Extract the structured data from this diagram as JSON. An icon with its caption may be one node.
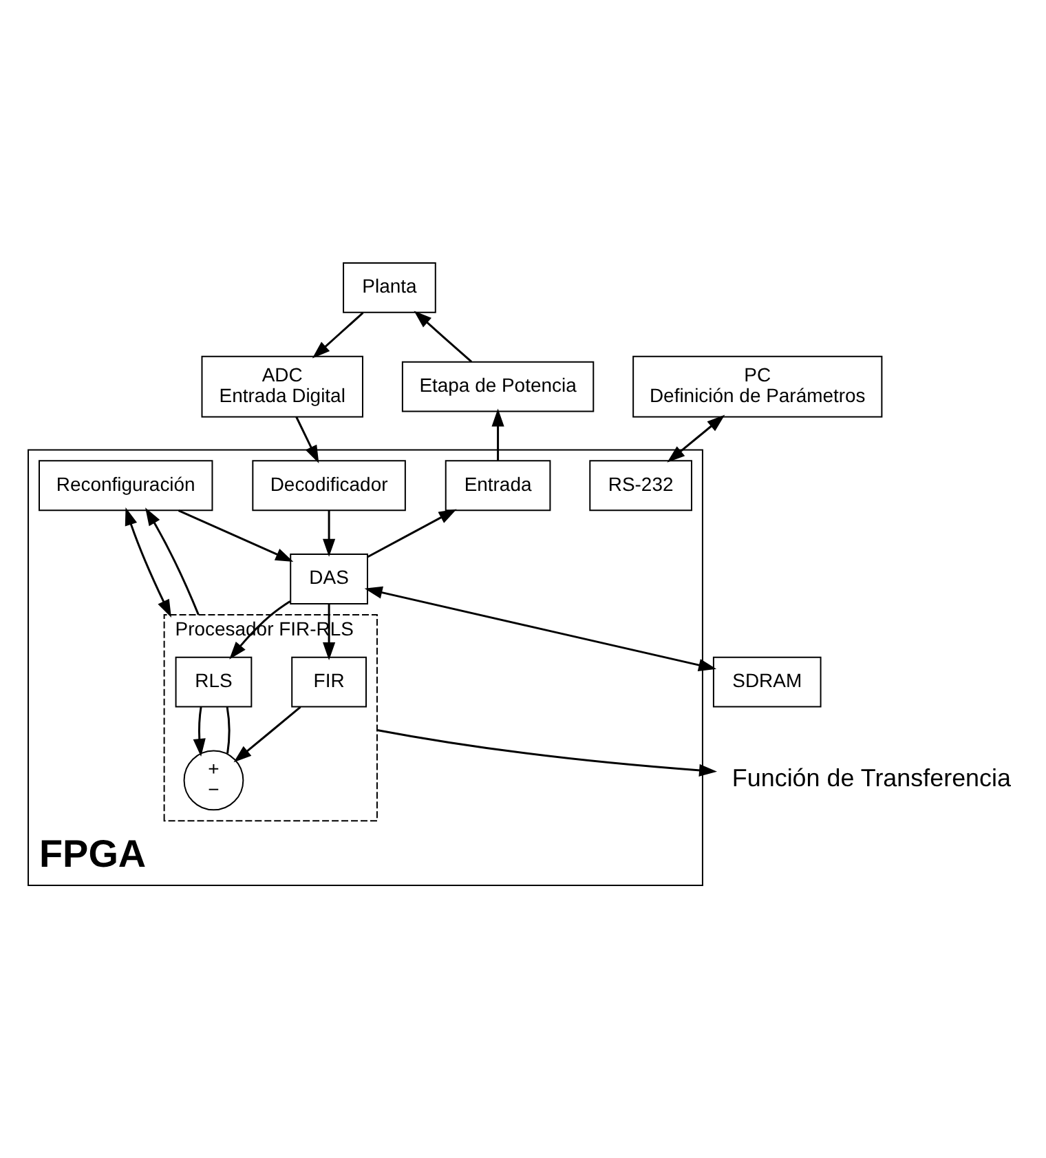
{
  "diagram": {
    "nodes": [
      {
        "text": [
          "Planta"
        ]
      },
      {
        "text": [
          "ADC",
          "Entrada Digital"
        ]
      },
      {
        "text": [
          "Etapa de Potencia"
        ]
      },
      {
        "text": [
          "PC",
          "Definición de Parámetros"
        ]
      },
      {
        "text": [
          "FPGA"
        ]
      },
      {
        "text": [
          "Decodificador"
        ],
        "in": 4
      },
      {
        "text": [
          "Entrada"
        ],
        "in": 4
      },
      {
        "text": [
          "RS-232"
        ],
        "in": 4
      },
      {
        "text": [
          "Reconfiguración"
        ],
        "in": 4
      },
      {
        "text": [
          "DAS"
        ],
        "in": 4
      },
      {
        "text": [
          "Procesador FIR-RLS"
        ],
        "in": 4
      },
      {
        "text": [
          "RLS"
        ],
        "in": 10
      },
      {
        "text": [
          "FIR"
        ],
        "in": 10
      },
      {
        "text": [
          "+",
          "−"
        ],
        "in": 10
      },
      {
        "text": [
          "SDRAM"
        ]
      },
      {
        "text": [
          "Función de Transferencia"
        ]
      }
    ],
    "edges": [
      {
        "from": 0,
        "to": 1,
        "arrow": "to"
      },
      {
        "from": 2,
        "to": 0,
        "arrow": "to"
      },
      {
        "from": 1,
        "to": 5,
        "arrow": "to"
      },
      {
        "from": 6,
        "to": 2,
        "arrow": "to"
      },
      {
        "from": 3,
        "to": 7,
        "arrow": "both"
      },
      {
        "from": 5,
        "to": 9,
        "arrow": "to"
      },
      {
        "from": 9,
        "to": 6,
        "arrow": "to"
      },
      {
        "from": 8,
        "to": 9,
        "arrow": "to"
      },
      {
        "from": 8,
        "to": 10,
        "arrow": "both"
      },
      {
        "from": 9,
        "to": 11,
        "arrow": "to"
      },
      {
        "from": 9,
        "to": 12,
        "arrow": "to"
      },
      {
        "from": 12,
        "to": 13,
        "arrow": "to"
      },
      {
        "from": 11,
        "to": 13,
        "arrow": "to"
      },
      {
        "from": 13,
        "to": 11,
        "arrow": "none"
      },
      {
        "from": 9,
        "to": 14,
        "arrow": "both"
      },
      {
        "from": 10,
        "to": 15,
        "arrow": "to"
      },
      {
        "from": 10,
        "to": 8,
        "arrow": "to"
      }
    ]
  }
}
